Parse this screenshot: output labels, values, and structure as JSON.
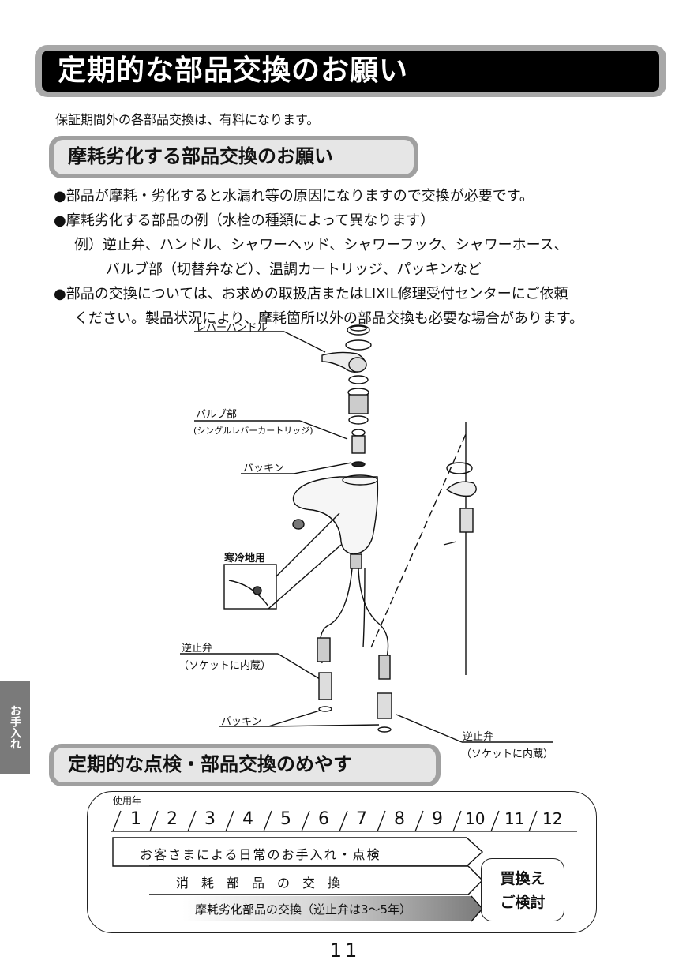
{
  "header": {
    "title": "定期的な部品交換のお願い"
  },
  "intro": "保証期間外の各部品交換は、有料になります。",
  "section1": {
    "heading": "摩耗劣化する部品交換のお願い",
    "bullets": [
      "●部品が摩耗・劣化すると水漏れ等の原因になりますので交換が必要です。",
      "●摩耗劣化する部品の例（水栓の種類によって異なります）",
      "例）逆止弁、ハンドル、シャワーヘッド、シャワーフック、シャワーホース、",
      "バルブ部（切替弁など）、温調カートリッジ、パッキンなど",
      "●部品の交換については、お求めの取扱店またはLIXIL修理受付センターにご依頼",
      "ください。製品状況により、摩耗箇所以外の部品交換も必要な場合があります。"
    ]
  },
  "diagram": {
    "labels": {
      "lever_handle": "レバーハンドル",
      "valve": "バルブ部",
      "valve_sub": "(シングルレバーカートリッジ)",
      "packing_top": "パッキン",
      "cold_region": "寒冷地用",
      "check_valve_left": "逆止弁",
      "check_valve_left_sub": "（ソケットに内蔵）",
      "packing_bottom": "パッキン",
      "check_valve_right": "逆止弁",
      "check_valve_right_sub": "（ソケットに内蔵）"
    }
  },
  "side_tab": "お手入れ",
  "section2": {
    "heading": "定期的な点検・部品交換のめやす"
  },
  "schedule": {
    "year_label": "使用年",
    "years": [
      "1",
      "2",
      "3",
      "4",
      "5",
      "6",
      "7",
      "8",
      "9",
      "10",
      "11",
      "12"
    ],
    "bar1": "お客さまによる日常のお手入れ・点検",
    "bar2": "消　耗　部　品　の　交　換",
    "bar3": "摩耗劣化部品の交換（逆止弁は3～5年）",
    "buy_line1": "買換え",
    "buy_line2": "ご検討"
  },
  "page_number": "11"
}
